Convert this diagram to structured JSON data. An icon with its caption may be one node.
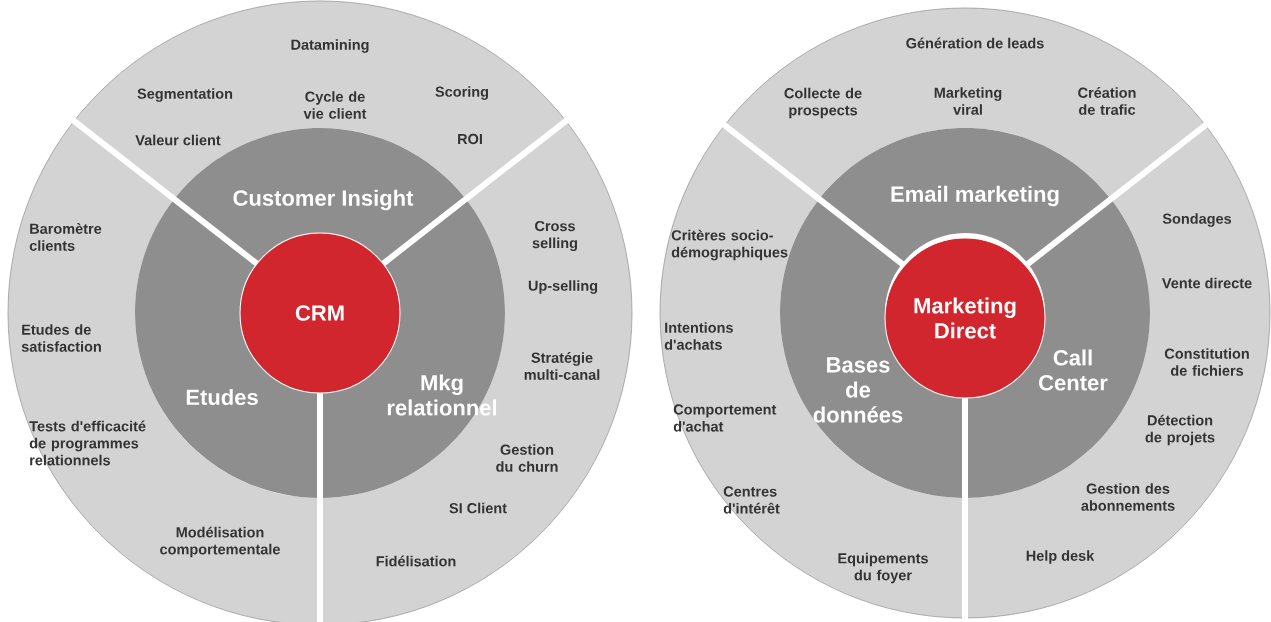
{
  "diagram": {
    "nodes": [
      {
        "text": [
          "Datamining",
          "Segmentation",
          "Cycle de vie client",
          "Scoring",
          "Valeur client",
          "ROI"
        ]
      },
      {
        "text": [
          "Baromètre clients",
          "Etudes de satisfaction",
          "Tests d'efficacité de programmes relationnels",
          "Modélisation comportementale"
        ]
      },
      {
        "text": [
          "Cross selling",
          "Up-selling",
          "Stratégie multi-canal",
          "Gestion du churn",
          "SI Client",
          "Fidélisation"
        ]
      },
      {
        "text": [
          "Customer Insight"
        ]
      },
      {
        "text": [
          "Etudes"
        ]
      },
      {
        "text": [
          "Mkg relationnel"
        ]
      },
      {
        "text": [
          "CRM"
        ]
      },
      {
        "text": [
          "Génération de leads",
          "Collecte de prospects",
          "Marketing viral",
          "Création de trafic"
        ]
      },
      {
        "text": [
          "Critères socio-démographiques",
          "Intentions d'achats",
          "Comportement d'achat",
          "Centres d'intérêt",
          "Equipements du foyer"
        ]
      },
      {
        "text": [
          "Sondages",
          "Vente directe",
          "Constitution de fichiers",
          "Détection de projets",
          "Gestion des abonnements",
          "Help desk"
        ]
      },
      {
        "text": [
          "Email marketing"
        ]
      },
      {
        "text": [
          "Bases de données"
        ]
      },
      {
        "text": [
          "Call Center"
        ]
      },
      {
        "text": [
          "Marketing Direct"
        ]
      }
    ]
  }
}
